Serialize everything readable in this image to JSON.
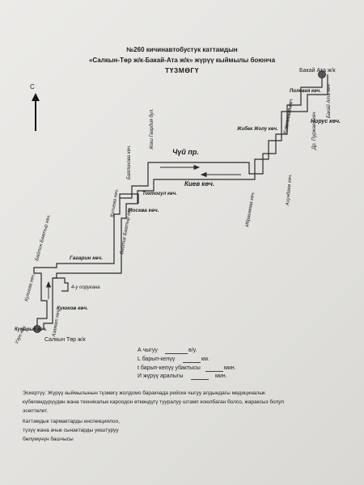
{
  "title": {
    "line1": "№260 кичинавтобустук каттамдын",
    "line2": "«Салкын-Төр ж/к-Бакай-Ата ж/к» жүрүү кыймылы боюнча",
    "line3": "ТҮЗМӨГҮ"
  },
  "compass": {
    "label": "С"
  },
  "stops": {
    "start": "Салкын Төр ж/к",
    "end": "Бакай Ата ж/к",
    "turnaround": "4-у оорукана"
  },
  "streets": {
    "chuy": "Чүй пр.",
    "kiev": "Киев көч.",
    "toktogul": "Токтогул көч.",
    "moskva": "Москва көч.",
    "gagarin": "Гагарин көч.",
    "kuyukov": "Куюков көч.",
    "kumaryk": "Кумарык көч.",
    "norus": "Норус көч.",
    "zhibek_zholu": "Жибек Жолу көч.",
    "polevaya": "Полевая көч.",
    "bakai_ata_st": "Бакай Ата көч.",
    "kurenkeeva": "Куренкеева көч.",
    "akhunbaev": "Ахунбаев көч.",
    "kulieva": "Кулиева көч.",
    "baitik_baatyr": "Байтик Баатыр көч.",
    "baitik_baatyr_2": "Байтик Баатыр көч.",
    "ibraimova": "Ибраимова көч.",
    "kulieva_2": "Кулиева көч.",
    "budennogo": "Буденный көч.",
    "bayalinova": "Баялинова көч.",
    "zhash_gvardiya": "Жаш Гвардия бул.",
    "dm_purzhaev": "Др. Пуржаев көч.",
    "azamat": "Азамат көч.",
    "uzun": "Узун көч."
  },
  "form": {
    "a_label": "А чыгуу",
    "a_unit": "в/у.",
    "l_label": "L барып-келүү",
    "l_unit": "км.",
    "t_label": "t барып-келүү убактысы",
    "t_unit": "мин.",
    "i_label": "И жүрүү аралыгы",
    "i_unit": "мин."
  },
  "note": {
    "heading": "Эскертүү:",
    "line1": "Жүрүү кыймылынын түзмөгү жолдомо баракчада рейске чыгуу алдындагы медициналык",
    "line2": "күбөлөндүрүүдөн жана техникалык кароодон өткөндүгү тууралуу штамп коюлбаган болсо, жараксыз болуп",
    "line3": "эсептелет."
  },
  "footer": {
    "line1": "Каттамдык тармактарды инспекциялоо,",
    "line2": "түзүү жана ачык сынактарды уюштуруу",
    "line3": "бөлүмүнүн башчысы"
  }
}
